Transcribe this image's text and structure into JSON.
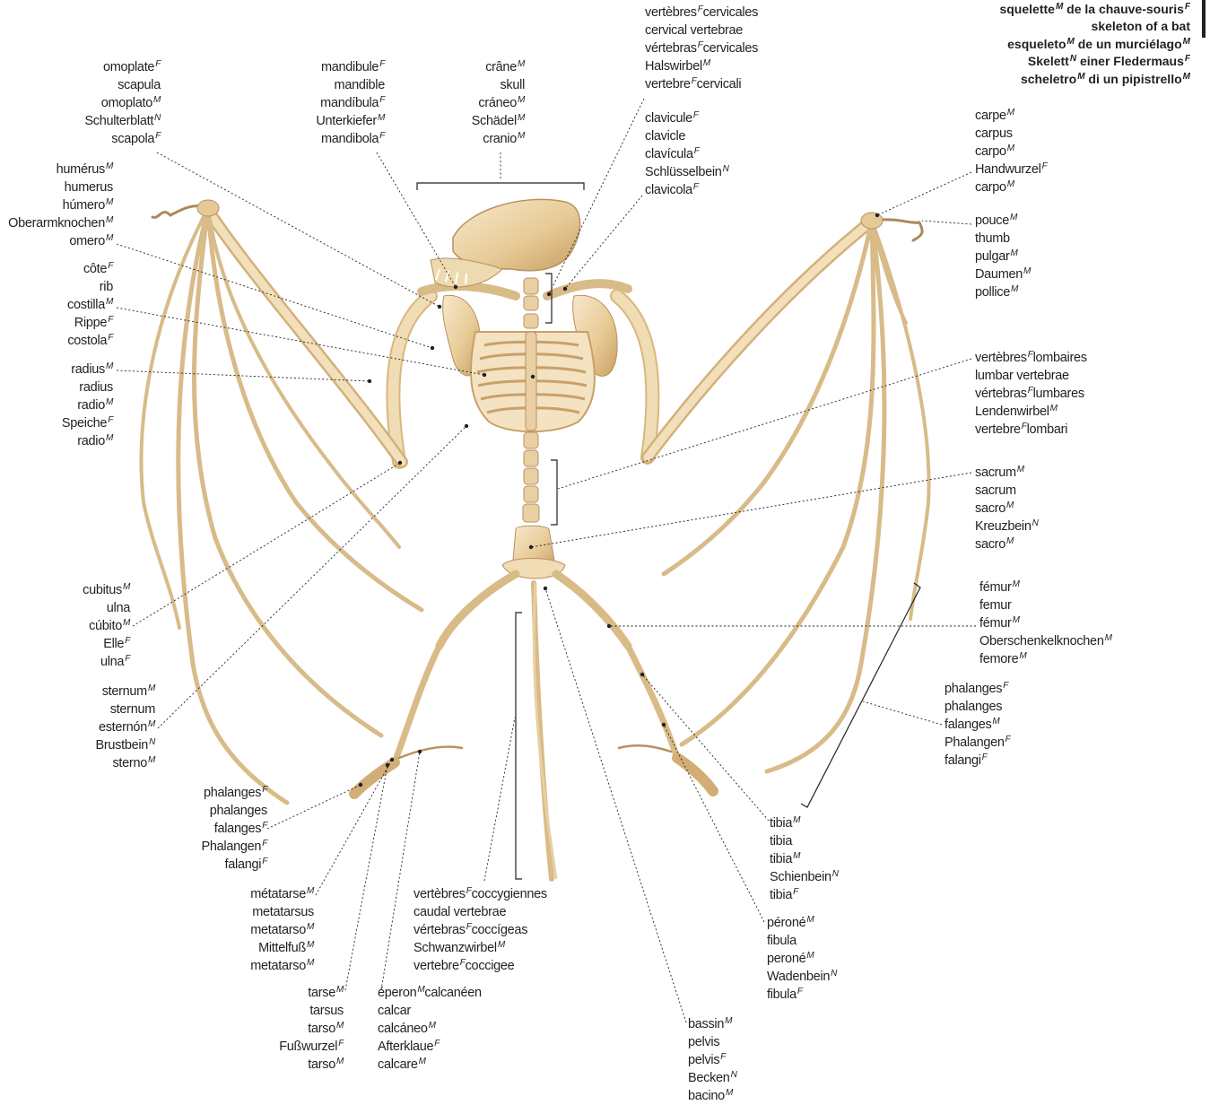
{
  "title": {
    "lines": [
      {
        "text": "squelette",
        "g": "M",
        "rest": " de la chauve-souris",
        "g2": "F"
      },
      {
        "text": "skeleton of a bat",
        "g": "",
        "rest": "",
        "g2": ""
      },
      {
        "text": "esqueleto",
        "g": "M",
        "rest": " de un murciélago",
        "g2": "M"
      },
      {
        "text": "Skelett",
        "g": "N",
        "rest": " einer Fledermaus",
        "g2": "F"
      },
      {
        "text": "scheletro",
        "g": "M",
        "rest": " di un pipistrello",
        "g2": "M"
      }
    ]
  },
  "labels": {
    "omoplate": [
      {
        "t": "omoplate",
        "g": "F"
      },
      {
        "t": "scapula",
        "g": ""
      },
      {
        "t": "omoplato",
        "g": "M"
      },
      {
        "t": "Schulterblatt",
        "g": "N"
      },
      {
        "t": "scapola",
        "g": "F"
      }
    ],
    "mandibule": [
      {
        "t": "mandibule",
        "g": "F"
      },
      {
        "t": "mandible",
        "g": ""
      },
      {
        "t": "mandíbula",
        "g": "F"
      },
      {
        "t": "Unterkiefer",
        "g": "M"
      },
      {
        "t": "mandibola",
        "g": "F"
      }
    ],
    "crane": [
      {
        "t": "crâne",
        "g": "M"
      },
      {
        "t": "skull",
        "g": ""
      },
      {
        "t": "cráneo",
        "g": "M"
      },
      {
        "t": "Schädel",
        "g": "M"
      },
      {
        "t": "cranio",
        "g": "M"
      }
    ],
    "cervicales": [
      {
        "t": "vertèbres",
        "g": "F",
        "t2": "cervicales"
      },
      {
        "t": "cervical vertebrae",
        "g": ""
      },
      {
        "t": "vértebras",
        "g": "F",
        "t2": "cervicales"
      },
      {
        "t": "Halswirbel",
        "g": "M"
      },
      {
        "t": "vertebre",
        "g": "F",
        "t2": "cervicali"
      }
    ],
    "clavicule": [
      {
        "t": "clavicule",
        "g": "F"
      },
      {
        "t": "clavicle",
        "g": ""
      },
      {
        "t": "clavícula",
        "g": "F"
      },
      {
        "t": "Schlüsselbein",
        "g": "N"
      },
      {
        "t": "clavicola",
        "g": "F"
      }
    ],
    "carpe": [
      {
        "t": "carpe",
        "g": "M"
      },
      {
        "t": "carpus",
        "g": ""
      },
      {
        "t": "carpo",
        "g": "M"
      },
      {
        "t": "Handwurzel",
        "g": "F"
      },
      {
        "t": "carpo",
        "g": "M"
      }
    ],
    "pouce": [
      {
        "t": "pouce",
        "g": "M"
      },
      {
        "t": "thumb",
        "g": ""
      },
      {
        "t": "pulgar",
        "g": "M"
      },
      {
        "t": "Daumen",
        "g": "M"
      },
      {
        "t": "pollice",
        "g": "M"
      }
    ],
    "humerus": [
      {
        "t": "humérus",
        "g": "M"
      },
      {
        "t": "humerus",
        "g": ""
      },
      {
        "t": "húmero",
        "g": "M"
      },
      {
        "t": "Oberarmknochen",
        "g": "M"
      },
      {
        "t": "omero",
        "g": "M"
      }
    ],
    "cote": [
      {
        "t": "côte",
        "g": "F"
      },
      {
        "t": "rib",
        "g": ""
      },
      {
        "t": "costilla",
        "g": "M"
      },
      {
        "t": "Rippe",
        "g": "F"
      },
      {
        "t": "costola",
        "g": "F"
      }
    ],
    "radius": [
      {
        "t": "radius",
        "g": "M"
      },
      {
        "t": "radius",
        "g": ""
      },
      {
        "t": "radio",
        "g": "M"
      },
      {
        "t": "Speiche",
        "g": "F"
      },
      {
        "t": "radio",
        "g": "M"
      }
    ],
    "lombaires": [
      {
        "t": "vertèbres",
        "g": "F",
        "t2": "lombaires"
      },
      {
        "t": "lumbar vertebrae",
        "g": ""
      },
      {
        "t": "vértebras",
        "g": "F",
        "t2": "lumbares"
      },
      {
        "t": "Lendenwirbel",
        "g": "M"
      },
      {
        "t": "vertebre",
        "g": "F",
        "t2": "lombari"
      }
    ],
    "sacrum": [
      {
        "t": "sacrum",
        "g": "M"
      },
      {
        "t": "sacrum",
        "g": ""
      },
      {
        "t": "sacro",
        "g": "M"
      },
      {
        "t": "Kreuzbein",
        "g": "N"
      },
      {
        "t": "sacro",
        "g": "M"
      }
    ],
    "cubitus": [
      {
        "t": "cubitus",
        "g": "M"
      },
      {
        "t": "ulna",
        "g": ""
      },
      {
        "t": "cúbito",
        "g": "M"
      },
      {
        "t": "Elle",
        "g": "F"
      },
      {
        "t": "ulna",
        "g": "F"
      }
    ],
    "femur": [
      {
        "t": "fémur",
        "g": "M"
      },
      {
        "t": "femur",
        "g": ""
      },
      {
        "t": "fémur",
        "g": "M"
      },
      {
        "t": "Oberschenkelknochen",
        "g": "M"
      },
      {
        "t": "femore",
        "g": "M"
      }
    ],
    "sternum": [
      {
        "t": "sternum",
        "g": "M"
      },
      {
        "t": "sternum",
        "g": ""
      },
      {
        "t": "esternón",
        "g": "M"
      },
      {
        "t": "Brustbein",
        "g": "N"
      },
      {
        "t": "sterno",
        "g": "M"
      }
    ],
    "phalanges_right": [
      {
        "t": "phalanges",
        "g": "F"
      },
      {
        "t": "phalanges",
        "g": ""
      },
      {
        "t": "falanges",
        "g": "M"
      },
      {
        "t": "Phalangen",
        "g": "F"
      },
      {
        "t": "falangi",
        "g": "F"
      }
    ],
    "phalanges_foot": [
      {
        "t": "phalanges",
        "g": "F"
      },
      {
        "t": "phalanges",
        "g": ""
      },
      {
        "t": "falanges",
        "g": "F"
      },
      {
        "t": "Phalangen",
        "g": "F"
      },
      {
        "t": "falangi",
        "g": "F"
      }
    ],
    "tibia": [
      {
        "t": "tibia",
        "g": "M"
      },
      {
        "t": "tibia",
        "g": ""
      },
      {
        "t": "tibia",
        "g": "M"
      },
      {
        "t": "Schienbein",
        "g": "N"
      },
      {
        "t": "tibia",
        "g": "F"
      }
    ],
    "metatarse": [
      {
        "t": "métatarse",
        "g": "M"
      },
      {
        "t": "metatarsus",
        "g": ""
      },
      {
        "t": "metatarso",
        "g": "M"
      },
      {
        "t": "Mittelfuß",
        "g": "M"
      },
      {
        "t": "metatarso",
        "g": "M"
      }
    ],
    "coccygiennes": [
      {
        "t": "vertèbres",
        "g": "F",
        "t2": "coccygiennes"
      },
      {
        "t": "caudal vertebrae",
        "g": ""
      },
      {
        "t": "vértebras",
        "g": "F",
        "t2": "coccígeas"
      },
      {
        "t": "Schwanzwirbel",
        "g": "M"
      },
      {
        "t": "vertebre",
        "g": "F",
        "t2": "coccigee"
      }
    ],
    "perone": [
      {
        "t": "péroné",
        "g": "M"
      },
      {
        "t": "fibula",
        "g": ""
      },
      {
        "t": "peroné",
        "g": "M"
      },
      {
        "t": "Wadenbein",
        "g": "N"
      },
      {
        "t": "fibula",
        "g": "F"
      }
    ],
    "tarse": [
      {
        "t": "tarse",
        "g": "M"
      },
      {
        "t": "tarsus",
        "g": ""
      },
      {
        "t": "tarso",
        "g": "M"
      },
      {
        "t": "Fußwurzel",
        "g": "F"
      },
      {
        "t": "tarso",
        "g": "M"
      }
    ],
    "eperon": [
      {
        "t": "éperon",
        "g": "M",
        "t2": "calcanéen"
      },
      {
        "t": "calcar",
        "g": ""
      },
      {
        "t": "calcáneo",
        "g": "M"
      },
      {
        "t": "Afterklaue",
        "g": "F"
      },
      {
        "t": "calcare",
        "g": "M"
      }
    ],
    "bassin": [
      {
        "t": "bassin",
        "g": "M"
      },
      {
        "t": "pelvis",
        "g": ""
      },
      {
        "t": "pelvis",
        "g": "F"
      },
      {
        "t": "Becken",
        "g": "N"
      },
      {
        "t": "bacino",
        "g": "M"
      }
    ]
  },
  "colors": {
    "bone_light": "#f3e3c3",
    "bone_mid": "#e6c996",
    "bone_dark": "#c79d63",
    "leader_line": "#231f20",
    "text": "#231f20"
  }
}
